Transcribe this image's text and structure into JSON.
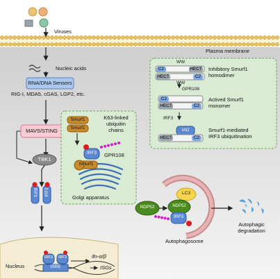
{
  "labels": {
    "viruses": "Viruses",
    "plasma_membrane": "Plasma membrane",
    "nucleic_acids": "Nucleic acids",
    "sensors_box": "RNA/DNA Sensors",
    "sensors_list": "RIG-I, MDA5, cGAS, LGP2, etc.",
    "mavs_sting": "MAVS/STING",
    "tbk1": "TBK1",
    "irf3": "IRF3",
    "smurf1": "Smurf1",
    "gpr108": "GPR108",
    "k63_chains": [
      "K63-linked",
      "ubiquitin",
      "chains"
    ],
    "golgi": "Golgi apparatus",
    "ndp52": "NDP52",
    "lc3": "LC3",
    "autophagosome": "Autophagosome",
    "autophagic_degradation": [
      "Autophagic",
      "degradation"
    ],
    "nucleus": "Nucleus",
    "isre": "ISRE",
    "ifn": "ifn-α/β",
    "isgs": "ISGs",
    "ww": "WW",
    "c2": "C2",
    "hect": "HECT",
    "iad": "IAD",
    "inhibitory": [
      "Inhibitory Smurf1",
      "homodimer"
    ],
    "activated": [
      "Actived Smurf1",
      "monomer"
    ],
    "ubiquitination": [
      "Smurf1-mediated",
      "IRF3 ubiquitination"
    ]
  },
  "colors": {
    "membrane": "#e8c35a",
    "cytoplasm": "#dedede",
    "sensor_box": "#a9c7ef",
    "mavs_box": "#f6cbd3",
    "tbk1": "#8a8a8a",
    "irf3": "#5b88d0",
    "smurf1": "#c98a2a",
    "golgi_box": "#d9ebd3",
    "ndp52": "#4a8a1e",
    "lc3": "#f6d54c",
    "phospho": "#d91e1e",
    "ubiquitin": "#cc22cc",
    "nucleus": "#f4ecd3"
  }
}
